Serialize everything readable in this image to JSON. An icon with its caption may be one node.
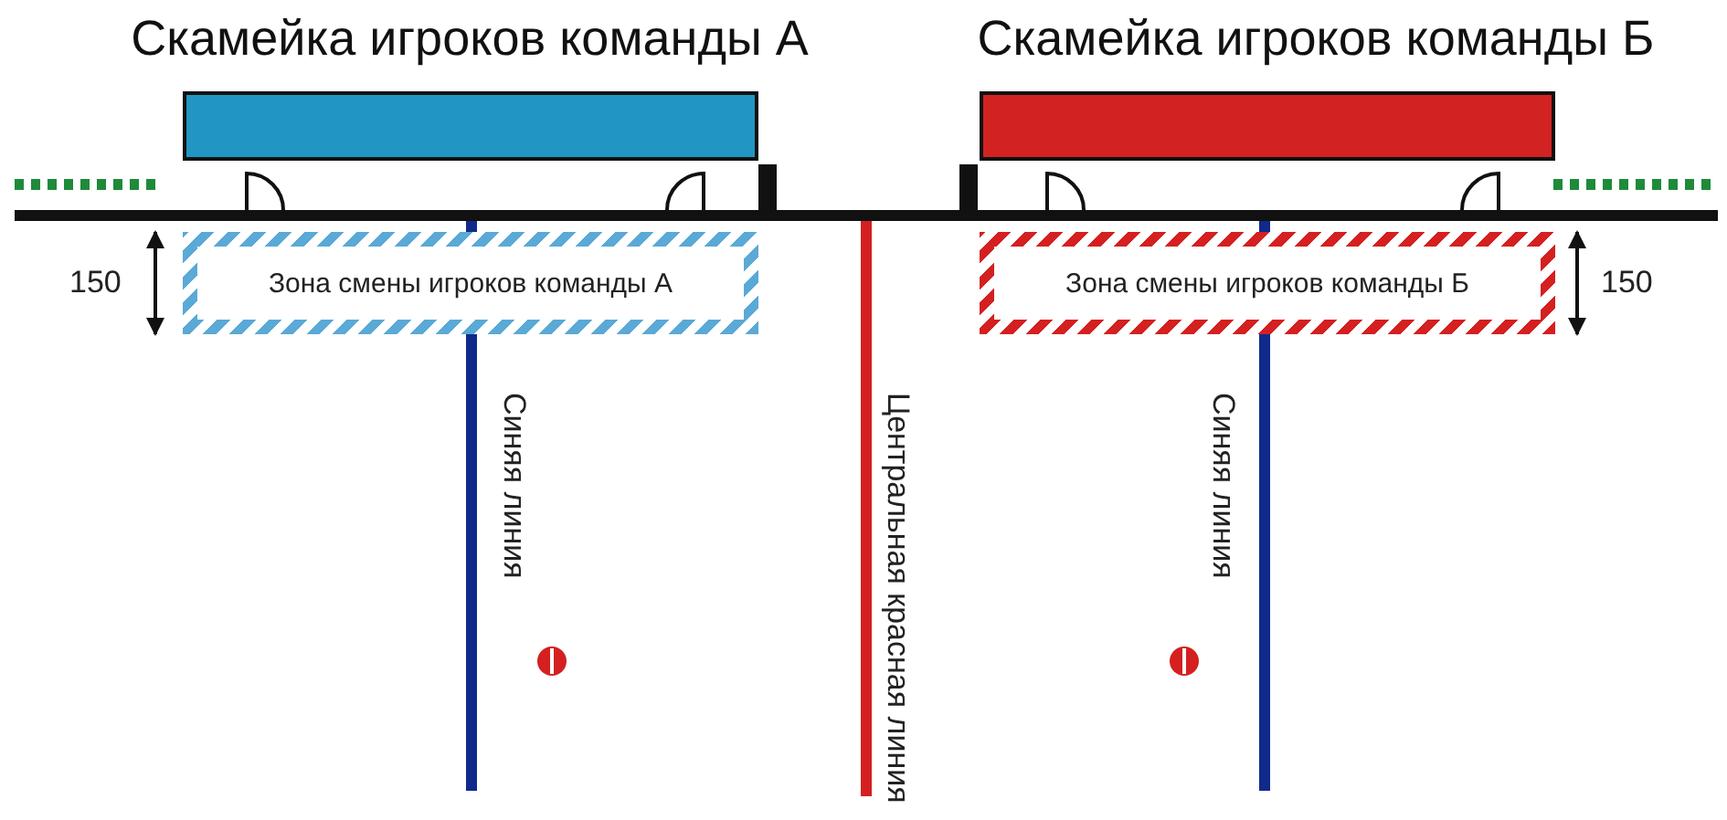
{
  "diagram": {
    "nodes": [
      {
        "text": [
          "Скамейка игроков команды А"
        ]
      },
      {
        "text": [
          "Скамейка игроков команды Б"
        ]
      },
      {
        "text": [
          "Зона смены игроков команды А"
        ]
      },
      {
        "text": [
          "Зона смены игроков команды Б"
        ]
      }
    ],
    "labels": [
      "150",
      "Синяя линия",
      "Центральная красная линия",
      "Синяя линия",
      "150"
    ]
  }
}
